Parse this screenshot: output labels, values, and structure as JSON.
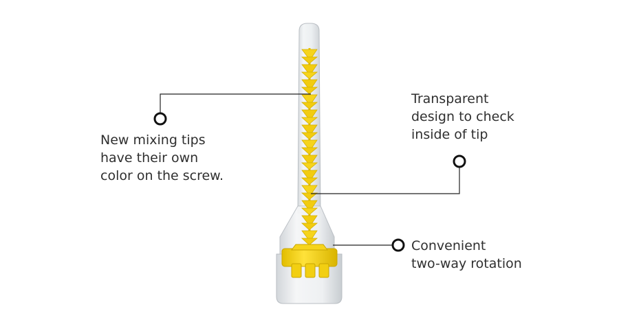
{
  "callouts": {
    "left": {
      "lines": [
        "New mixing tips",
        "have their own",
        "color on the screw."
      ]
    },
    "right_top": {
      "lines": [
        "Transparent",
        "design to check",
        "inside of tip"
      ]
    },
    "right_bottom": {
      "lines": [
        "Convenient",
        "two-way rotation"
      ]
    }
  },
  "colors": {
    "tube_clear": "#e9ecee",
    "tube_edge": "#b9bec3",
    "screw_yellow": "#f4d21a",
    "screw_shade": "#d9b600",
    "line": "#222222"
  },
  "icons": {
    "callout_marker": "ring-marker-icon",
    "product": "mixing-tip-image"
  }
}
